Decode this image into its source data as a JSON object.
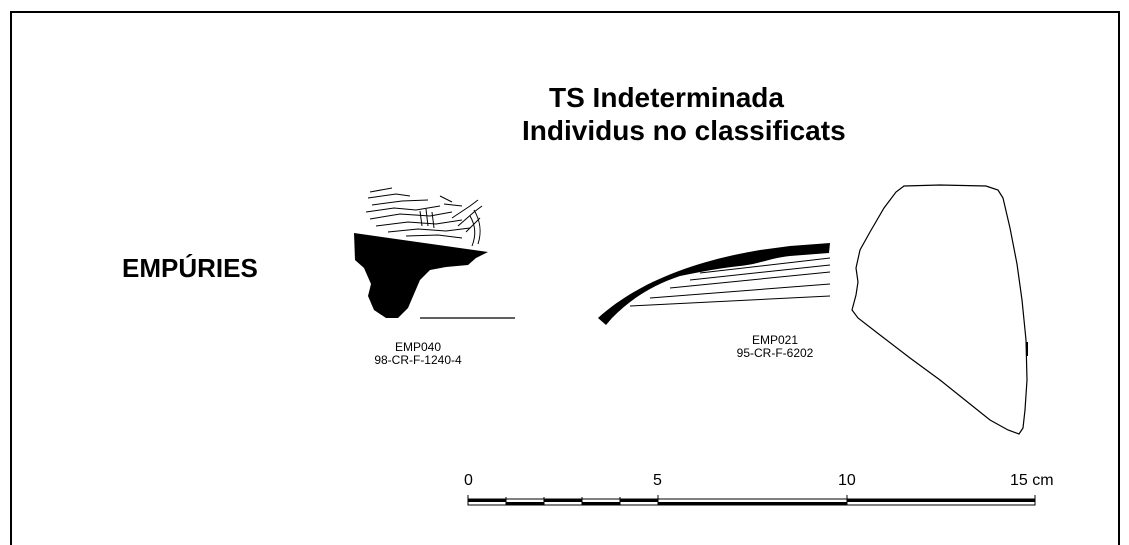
{
  "title": {
    "line1": "TS Indeterminada",
    "line2": "Individus no classificats"
  },
  "site": "EMPÚRIES",
  "fragments": [
    {
      "code": "EMP040",
      "ref": "98-CR-F-1240-4"
    },
    {
      "code": "EMP021",
      "ref": "95-CR-F-6202"
    }
  ],
  "scale": {
    "ticks": [
      "0",
      "5",
      "10",
      "15 cm"
    ]
  }
}
